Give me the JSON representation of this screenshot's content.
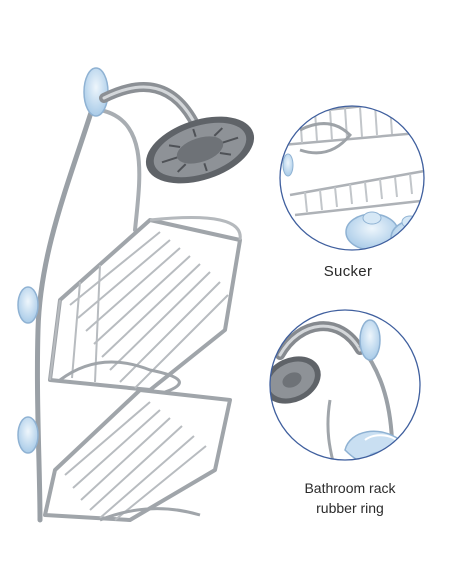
{
  "captions": {
    "sucker": "Sucker",
    "ring_line1": "Bathroom rack",
    "ring_line2": "rubber ring"
  },
  "icons": {
    "showerhead": "showerhead-icon",
    "suction_cup": "suction-cup-icon",
    "rubber_ring": "rubber-ring-icon"
  },
  "colors": {
    "background": "#ffffff",
    "steel": "#b9bdc2",
    "steel_dark": "#7d8186",
    "zoom_border": "#3f5f9e",
    "suction_blue": "#bcd7ee",
    "text": "#2a2a2a"
  }
}
